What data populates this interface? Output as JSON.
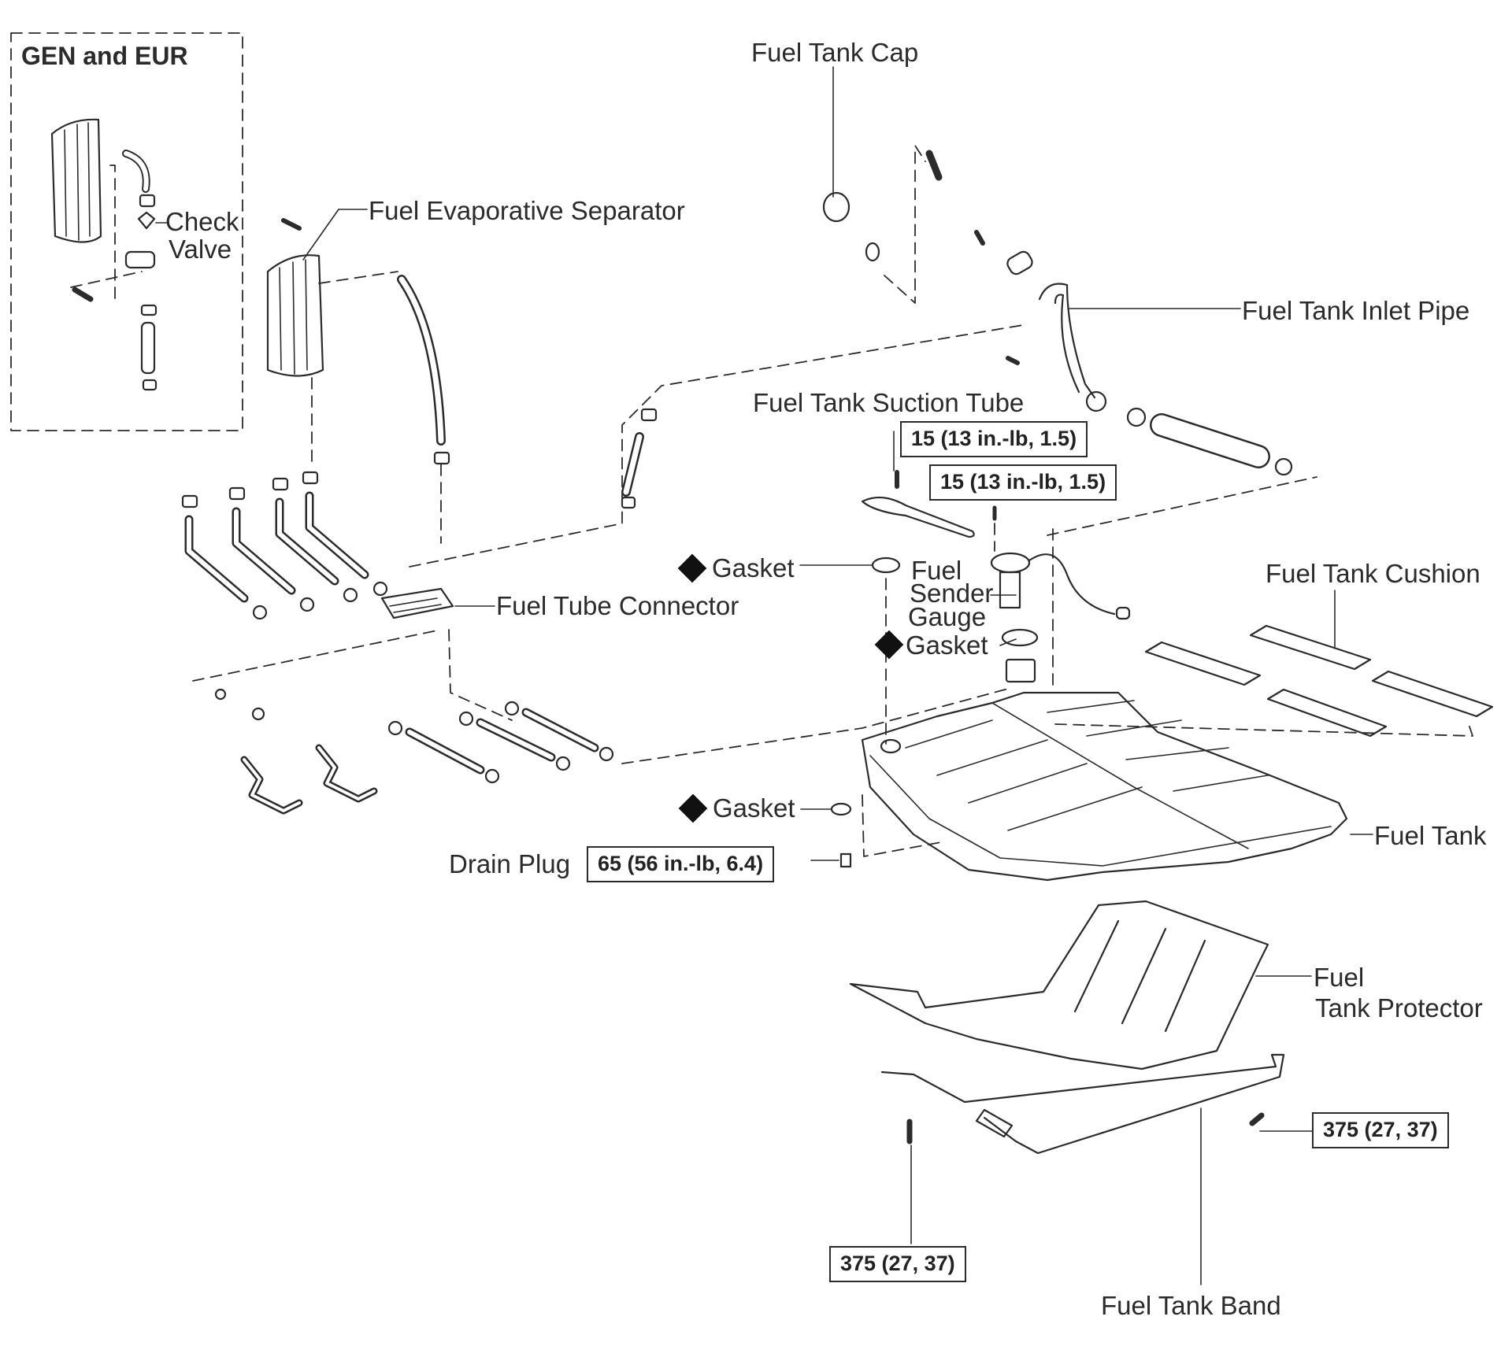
{
  "diagram": {
    "inset_title": "GEN and EUR",
    "labels": {
      "check_valve_line1": "Check",
      "check_valve_line2": "Valve",
      "fuel_evaporative_separator": "Fuel Evaporative Separator",
      "fuel_tank_cap": "Fuel Tank Cap",
      "fuel_tank_inlet_pipe": "Fuel Tank Inlet Pipe",
      "fuel_tank_suction_tube": "Fuel Tank Suction Tube",
      "gasket_1": "Gasket",
      "gasket_2": "Gasket",
      "gasket_3": "Gasket",
      "fuel_sender_gauge_line1": "Fuel",
      "fuel_sender_gauge_line2": "Sender",
      "fuel_sender_gauge_line3": "Gauge",
      "fuel_tube_connector": "Fuel Tube Connector",
      "fuel_tank_cushion": "Fuel Tank Cushion",
      "fuel_tank": "Fuel Tank",
      "drain_plug": "Drain Plug",
      "fuel_tank_protector_line1": "Fuel",
      "fuel_tank_protector_line2": "Tank Protector",
      "fuel_tank_band": "Fuel Tank Band"
    },
    "torque_specs": {
      "suction_tube_bolt": "15 (13 in.-lb, 1.5)",
      "sender_gauge_screw": "15 (13 in.-lb,  1.5)",
      "drain_plug": "65 (56 in.-lb,  6.4)",
      "band_bolt_left": "375 (27,  37)",
      "band_bolt_right": "375 (27,  37)"
    },
    "legend_symbols": {
      "non_reusable_part": "diamond"
    }
  }
}
